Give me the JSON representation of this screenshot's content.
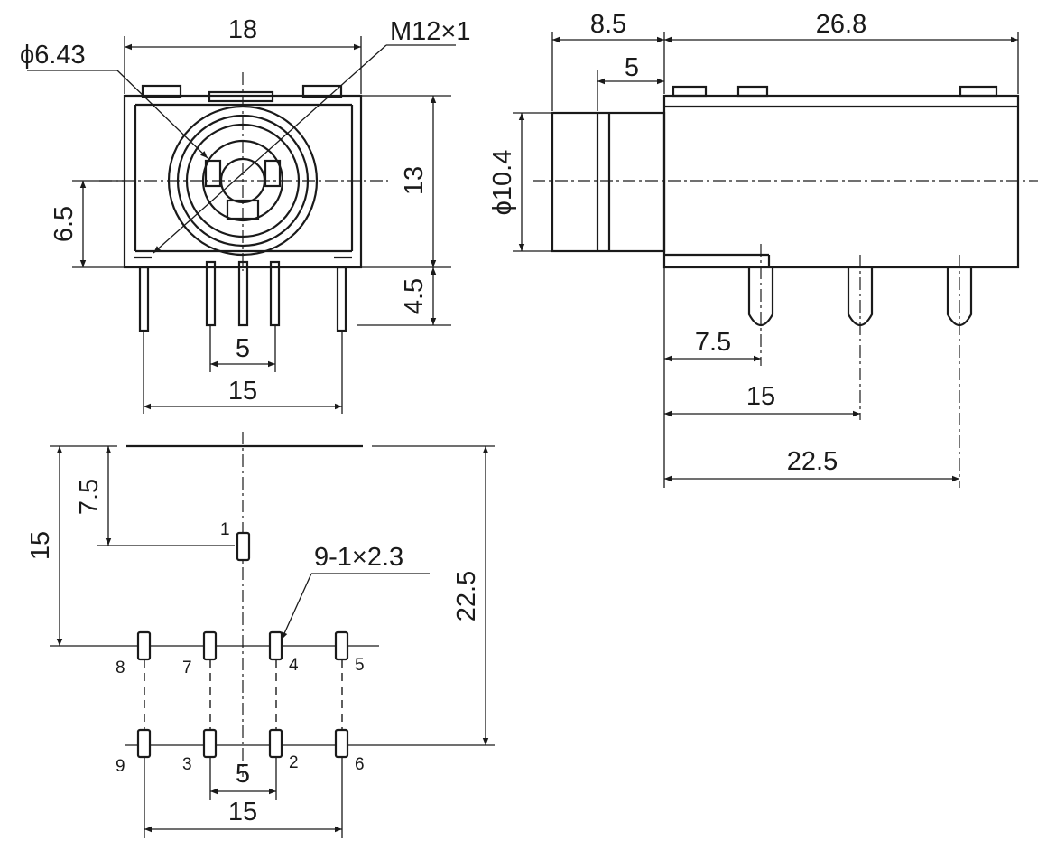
{
  "front_view": {
    "dim_top_width": "18",
    "dim_bore": "ϕ6.43",
    "dim_thread": "M12×1",
    "dim_height": "13",
    "dim_center_height": "6.5",
    "dim_pin_length": "4.5",
    "dim_pin_pitch": "5",
    "dim_outer_pins": "15"
  },
  "side_view": {
    "dim_nose": "8.5",
    "dim_body": "26.8",
    "dim_flange": "5",
    "dim_diameter": "ϕ10.4",
    "dim_pin1": "7.5",
    "dim_pin2": "15",
    "dim_pin3": "22.5"
  },
  "footprint": {
    "dim_row1": "7.5",
    "dim_row2": "15",
    "dim_total": "22.5",
    "dim_slots": "9-1×2.3",
    "dim_pitch": "5",
    "dim_span": "15",
    "pins": {
      "p1": "1",
      "p2": "2",
      "p3": "3",
      "p4": "4",
      "p5": "5",
      "p6": "6",
      "p7": "7",
      "p8": "8",
      "p9": "9"
    }
  }
}
